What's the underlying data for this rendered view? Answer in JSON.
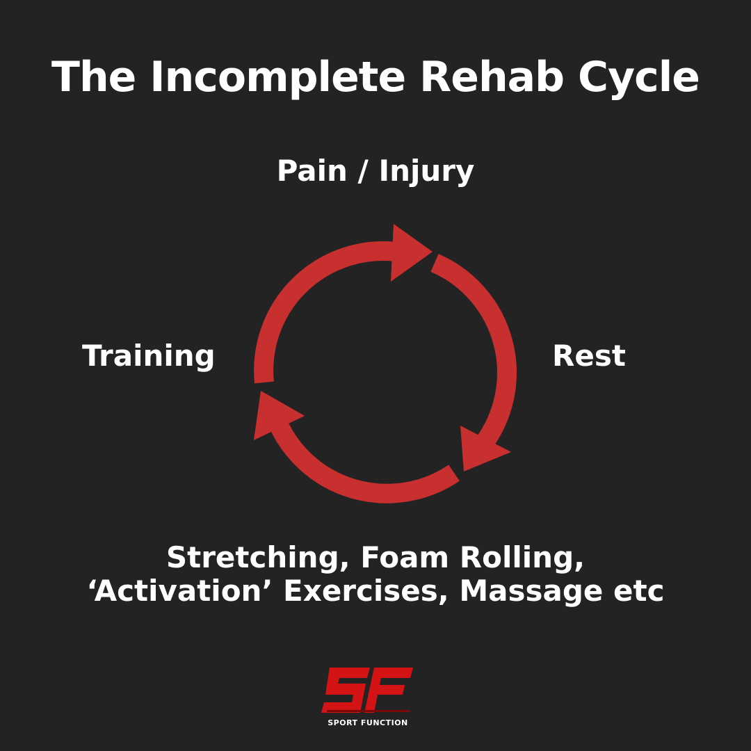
{
  "title": "The Incomplete Rehab Cycle",
  "nodes": {
    "top": "Pain / Injury",
    "right": "Rest",
    "bottom_line1": "Stretching, Foam Rolling,",
    "bottom_line2": "‘Activation’ Exercises, Massage etc",
    "left": "Training"
  },
  "logo": {
    "letters": "SF",
    "text": "SPORT FUNCTION"
  },
  "colors": {
    "background": "#232323",
    "arrow": "#c83030",
    "text": "#ffffff",
    "logo": "#d41414"
  }
}
